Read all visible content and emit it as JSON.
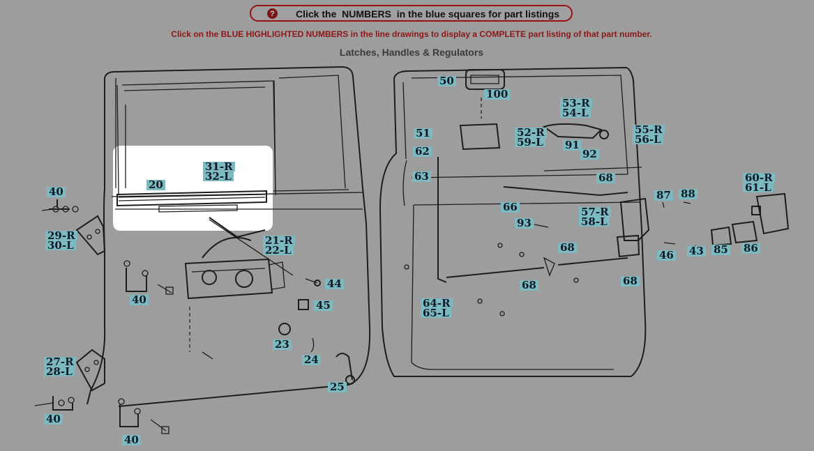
{
  "header": {
    "help_icon": "question-mark-icon",
    "help_text": "Click the  NUMBERS  in the blue squares for part listings",
    "instructions": "Click on the BLUE HIGHLIGHTED NUMBERS in the line drawings to display a COMPLETE part listing of that part number.",
    "section_title": "Latches, Handles & Regulators"
  },
  "parts": {
    "p20": "20",
    "p31": "31-R",
    "p32": "32-L",
    "p40a": "40",
    "p29": "29-R",
    "p30": "30-L",
    "p21": "21-R",
    "p22": "22-L",
    "p40b": "40",
    "p44": "44",
    "p45": "45",
    "p23": "23",
    "p24": "24",
    "p25": "25",
    "p27": "27-R",
    "p28": "28-L",
    "p40c": "40",
    "p40d": "40",
    "p50": "50",
    "p100": "100",
    "p51": "51",
    "p62": "62",
    "p63": "63",
    "p53": "53-R",
    "p54": "54-L",
    "p52": "52-R",
    "p59": "59-L",
    "p91": "91",
    "p92": "92",
    "p55": "55-R",
    "p56": "56-L",
    "p68a": "68",
    "p66": "66",
    "p93": "93",
    "p57": "57-R",
    "p58": "58-L",
    "p87": "87",
    "p88": "88",
    "p60": "60-R",
    "p61": "61-L",
    "p68b": "68",
    "p68c": "68",
    "p68d": "68",
    "p46": "46",
    "p43": "43",
    "p85": "85",
    "p86": "86",
    "p64": "64-R",
    "p65": "65-L"
  }
}
